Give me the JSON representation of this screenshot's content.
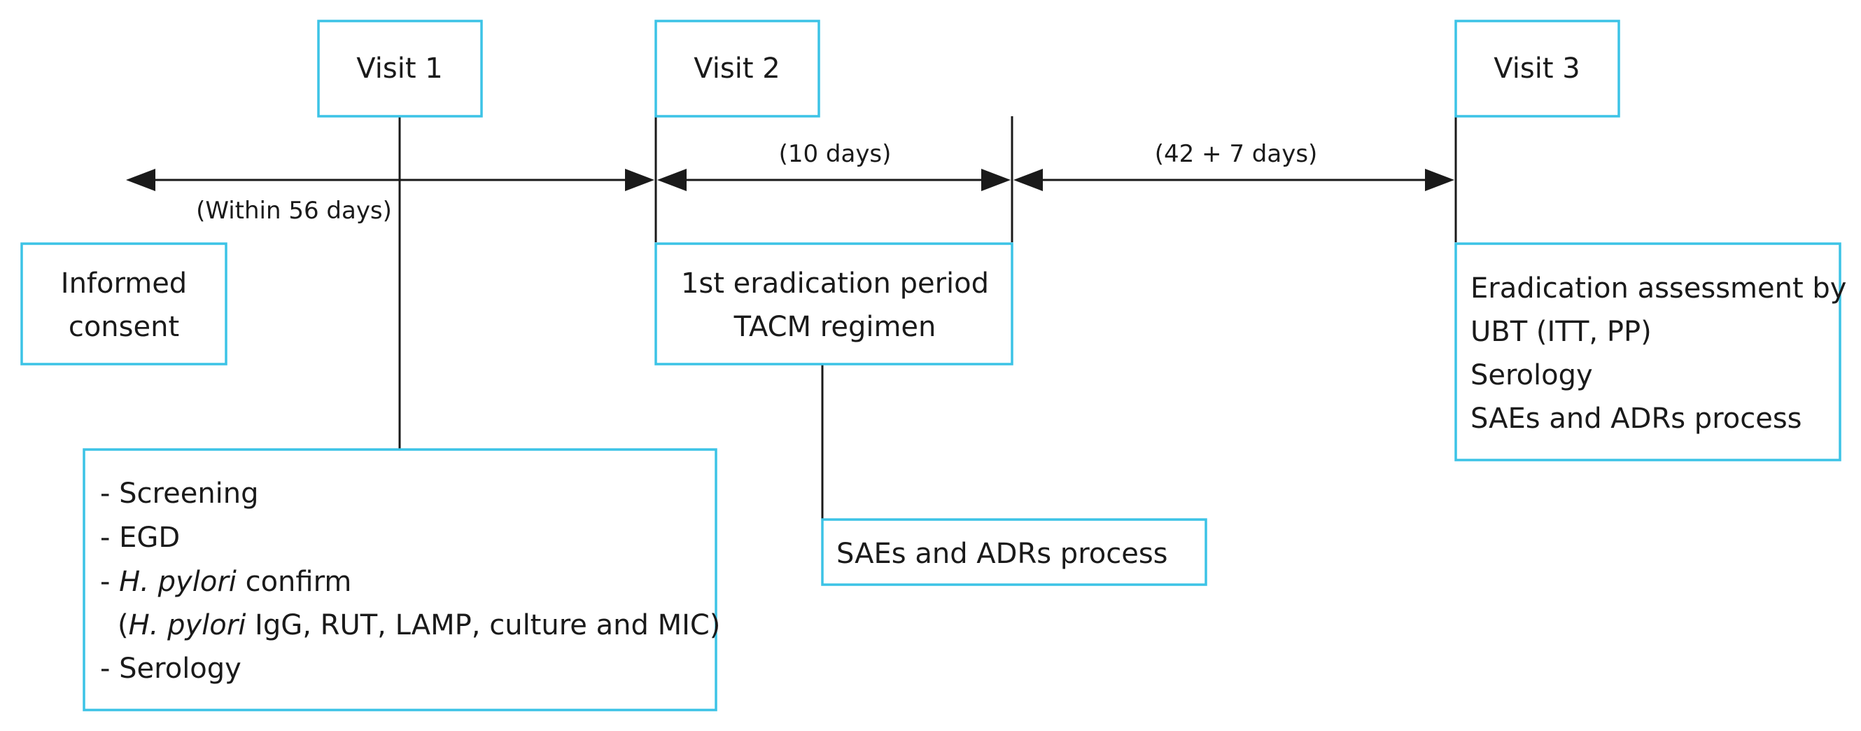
{
  "visits": {
    "v1": "Visit 1",
    "v2": "Visit 2",
    "v3": "Visit 3"
  },
  "intervals": {
    "within": "(Within 56 days)",
    "ten_days": "(10 days)",
    "forty_two": "(42 + 7 days)"
  },
  "consent": {
    "line1": "Informed",
    "line2": "consent"
  },
  "screening": {
    "item1": "- Screening",
    "item2": "- EGD",
    "item3_dash": "- ",
    "item3_italic": "H. pylori",
    "item3_rest": " confirm",
    "item4_open": "(",
    "item4_italic": "H. pylori",
    "item4_rest": " IgG, RUT, LAMP, culture and MIC)",
    "item5": "- Serology"
  },
  "eradication_period": {
    "line1": "1st eradication period",
    "line2": "TACM regimen"
  },
  "sae_process": "SAEs and ADRs process",
  "assessment": {
    "line1": "Eradication assessment by",
    "line2": "UBT (ITT, PP)",
    "line3": "Serology",
    "line4": "SAEs and ADRs process"
  },
  "colors": {
    "box_border": "#3cc3e6",
    "line": "#1a1a1a"
  }
}
